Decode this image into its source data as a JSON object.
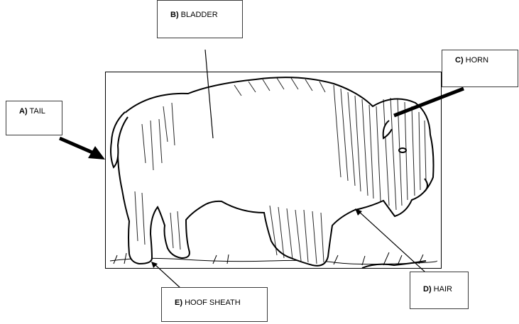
{
  "labels": {
    "tail": {
      "letter": "A)",
      "text": "TAIL"
    },
    "bladder": {
      "letter": "B)",
      "text": "BLADDER"
    },
    "horn": {
      "letter": "C)",
      "text": "HORN"
    },
    "hair": {
      "letter": "D)",
      "text": "HAIR"
    },
    "hoof": {
      "letter": "E)",
      "text": "HOOF SHEATH"
    }
  },
  "colors": {
    "ink": "#000000",
    "frame": "#3a3a3a",
    "background": "#ffffff"
  },
  "picture": {
    "subject": "bison-illustration"
  }
}
